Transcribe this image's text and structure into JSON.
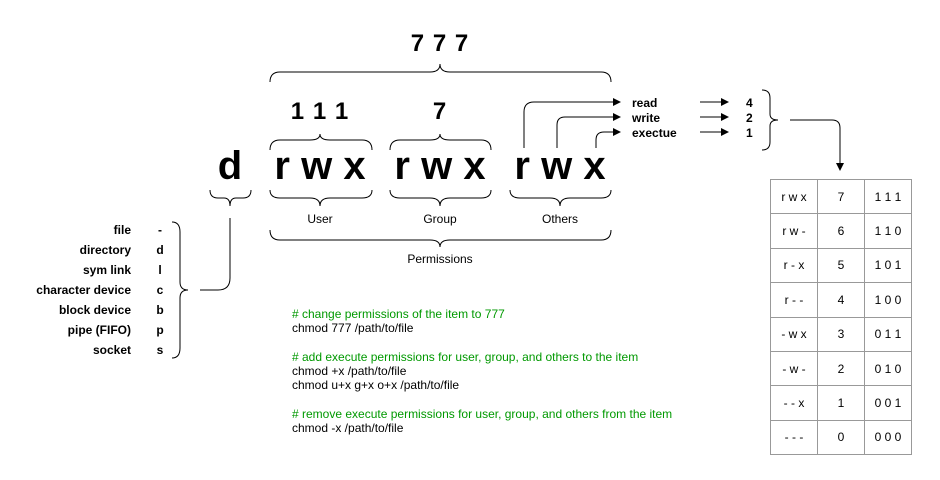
{
  "header": {
    "octal_total": "7 7 7",
    "octal_user": "1 1 1",
    "octal_group": "7"
  },
  "perm_string": {
    "type": "d",
    "user": "r w x",
    "group": "r w x",
    "others": "r w x"
  },
  "groups": {
    "user": "User",
    "group": "Group",
    "others": "Others",
    "permissions": "Permissions"
  },
  "file_types": [
    {
      "name": "file",
      "code": "-"
    },
    {
      "name": "directory",
      "code": "d"
    },
    {
      "name": "sym link",
      "code": "l"
    },
    {
      "name": "character device",
      "code": "c"
    },
    {
      "name": "block device",
      "code": "b"
    },
    {
      "name": "pipe (FIFO)",
      "code": "p"
    },
    {
      "name": "socket",
      "code": "s"
    }
  ],
  "bits": [
    {
      "name": "read",
      "value": "4"
    },
    {
      "name": "write",
      "value": "2"
    },
    {
      "name": "exectue",
      "value": "1"
    }
  ],
  "commands": [
    {
      "comment": "# change permissions of the item to 777",
      "lines": [
        "chmod 777 /path/to/file"
      ]
    },
    {
      "comment": "# add execute permissions for user, group, and others to the item",
      "lines": [
        "chmod +x /path/to/file",
        "chmod u+x g+x o+x /path/to/file"
      ]
    },
    {
      "comment": "# remove execute permissions for user, group, and others from the item",
      "lines": [
        "chmod -x /path/to/file"
      ]
    }
  ],
  "table": {
    "rows": [
      [
        "r w x",
        "7",
        "1 1 1"
      ],
      [
        "r w -",
        "6",
        "1 1 0"
      ],
      [
        "r - x",
        "5",
        "1 0 1"
      ],
      [
        "r - -",
        "4",
        "1 0 0"
      ],
      [
        "- w x",
        "3",
        "0 1 1"
      ],
      [
        "- w -",
        "2",
        "0 1 0"
      ],
      [
        "- - x",
        "1",
        "0 0 1"
      ],
      [
        "- - -",
        "0",
        "0 0 0"
      ]
    ]
  },
  "colors": {
    "comment": "#009900",
    "line": "#000000",
    "table_border": "#999999"
  }
}
